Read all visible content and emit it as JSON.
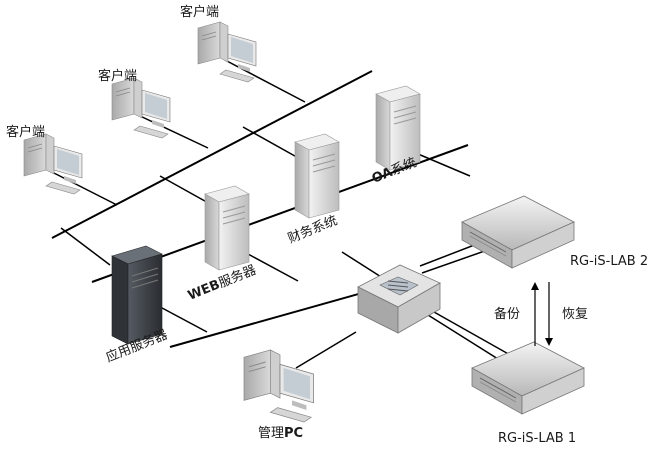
{
  "nodes": {
    "client1": "客户端",
    "client2": "客户端",
    "client3": "客户端",
    "oa_prefix": "OA",
    "oa_suffix": "系统",
    "finance": "财务系统",
    "web_prefix": "WEB",
    "web_suffix": "服务器",
    "app_server": "应用服务器",
    "admin_prefix": "管理",
    "admin_suffix": "PC",
    "lab2": "RG-iS-LAB 2",
    "lab1": "RG-iS-LAB 1",
    "backup": "备份",
    "restore": "恢复"
  },
  "colors": {
    "line": "#000000",
    "server_light": "#d8d8d8",
    "server_dark": "#3a3f45",
    "switch": "#c8c8c8"
  }
}
